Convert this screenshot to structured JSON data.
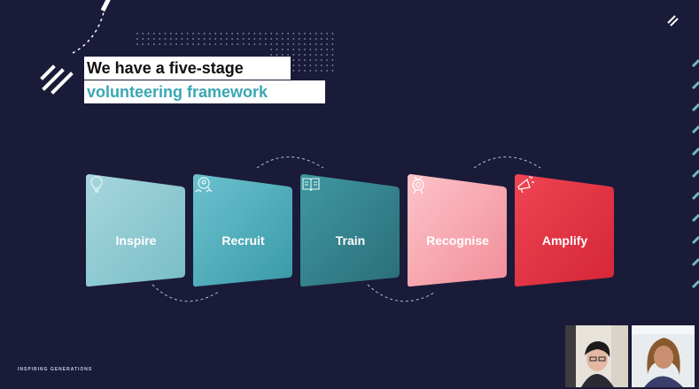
{
  "slide": {
    "title_line1": "We have a five-stage",
    "title_line2": "volunteering framework",
    "footer": "INSPIRING GENERATIONS"
  },
  "stages": [
    {
      "label": "Inspire",
      "icon": "lightbulb-icon",
      "color_top": "#a6d6dd",
      "color_bottom": "#79bdc6"
    },
    {
      "label": "Recruit",
      "icon": "people-search-icon",
      "color_top": "#6cc2cf",
      "color_bottom": "#3a99a8"
    },
    {
      "label": "Train",
      "icon": "book-icon",
      "color_top": "#3f98a2",
      "color_bottom": "#2a6e78"
    },
    {
      "label": "Recognise",
      "icon": "medal-icon",
      "color_top": "#fcc4c9",
      "color_bottom": "#f28d98"
    },
    {
      "label": "Amplify",
      "icon": "megaphone-icon",
      "color_top": "#ef4452",
      "color_bottom": "#d42637"
    }
  ],
  "colors": {
    "background": "#1a1b38",
    "accent": "#3aa7b3"
  },
  "participants": [
    {
      "name": "participant-1"
    },
    {
      "name": "participant-2"
    }
  ]
}
